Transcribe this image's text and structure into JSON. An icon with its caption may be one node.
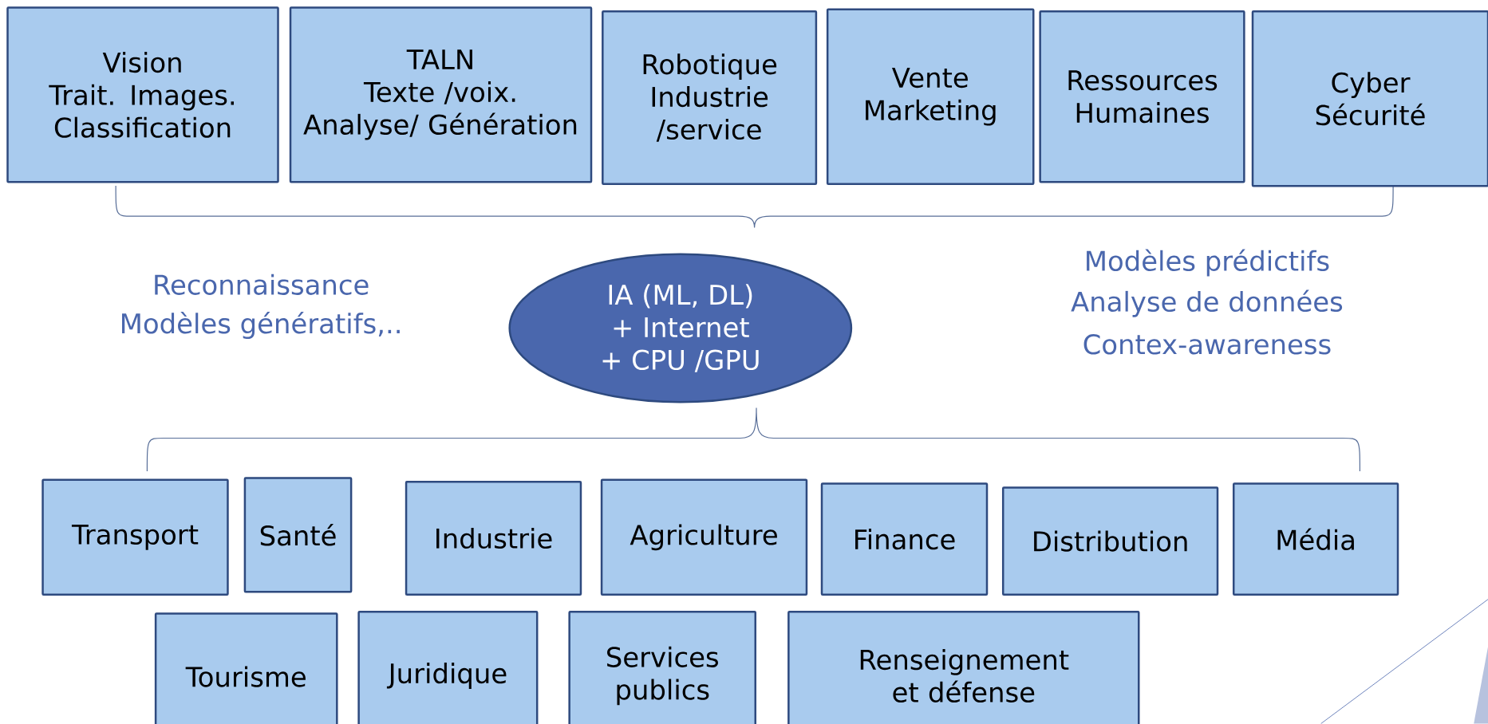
{
  "diagram": {
    "nodes": [
      {
        "text": [
          "Vision",
          "Trait. Images. Classification"
        ]
      },
      {
        "text": [
          "TALN",
          "Texte /voix. Analyse/ Génération"
        ]
      },
      {
        "text": [
          "Robotique Industrie /service"
        ]
      },
      {
        "text": [
          "Vente Marketing"
        ]
      },
      {
        "text": [
          "Ressources Humaines"
        ]
      },
      {
        "text": [
          "Cyber Sécurité"
        ]
      },
      {
        "text": [
          "IA (ML, DL)",
          "+ Internet",
          "+ CPU /GPU"
        ]
      },
      {
        "text": [
          "Transport"
        ]
      },
      {
        "text": [
          "Santé"
        ]
      },
      {
        "text": [
          "Industrie"
        ]
      },
      {
        "text": [
          "Agriculture"
        ]
      },
      {
        "text": [
          "Finance"
        ]
      },
      {
        "text": [
          "Distribution"
        ]
      },
      {
        "text": [
          "Média"
        ]
      },
      {
        "text": [
          "Tourisme"
        ]
      },
      {
        "text": [
          "Juridique"
        ]
      },
      {
        "text": [
          "Services publics"
        ]
      },
      {
        "text": [
          "Renseignement et défense"
        ]
      }
    ],
    "labels": [
      "Reconnaissance",
      "Modèles génératifs,..",
      "Modèles prédictifs",
      "Analyse de données",
      "Contex-awareness"
    ]
  }
}
